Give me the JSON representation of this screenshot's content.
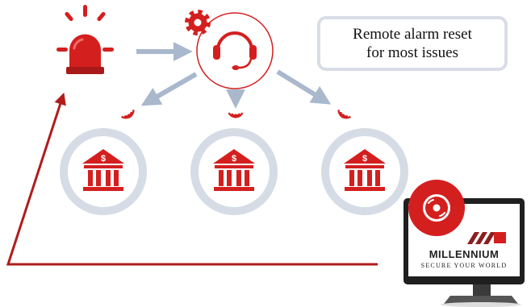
{
  "callout": {
    "line1": "Remote alarm reset",
    "line2": "for most issues"
  },
  "monitor": {
    "brand": "MILLENNIUM",
    "tagline": "SECURE YOUR WORLD"
  },
  "bank_symbol": "$",
  "icons": {
    "alarm": "alarm-siren-icon",
    "settings": "gear-icon",
    "support": "headset-icon",
    "signal": "wireless-signal-icon",
    "bank": "bank-building-icon",
    "disc": "disc-icon",
    "monitor": "monitor-icon"
  },
  "colors": {
    "brand_red": "#d41f1f",
    "dark_red": "#a81a1a",
    "gray_ring": "#d6dce5",
    "arrow_gray": "#a9b8cc"
  }
}
